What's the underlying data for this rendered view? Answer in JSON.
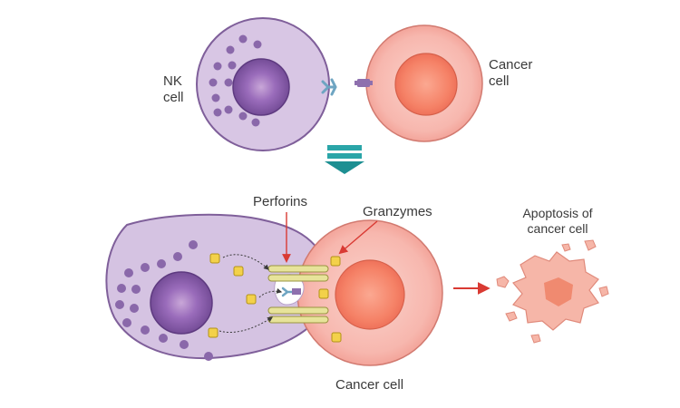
{
  "labels": {
    "nk_cell_line1": "NK",
    "nk_cell_line2": "cell",
    "cancer_cell_top_line1": "Cancer",
    "cancer_cell_top_line2": "cell",
    "perforins": "Perforins",
    "granzymes": "Granzymes",
    "apoptosis_line1": "Apoptosis of",
    "apoptosis_line2": "cancer cell",
    "cancer_cell_bottom": "Cancer cell"
  },
  "colors": {
    "nk_cytoplasm": "#d5c3e2",
    "nk_outline": "#7f5f9a",
    "nk_nucleus": "#8e5fae",
    "nk_granule": "#8a68aa",
    "cancer_outer": "#f3aaa0",
    "cancer_outline": "#d27a70",
    "cancer_nucleus": "#f27f67",
    "granzyme": "#f3d14a",
    "perforin": "#e7e39a",
    "arrow_down": "#1d8f92",
    "arrow_red": "#d93a33"
  }
}
